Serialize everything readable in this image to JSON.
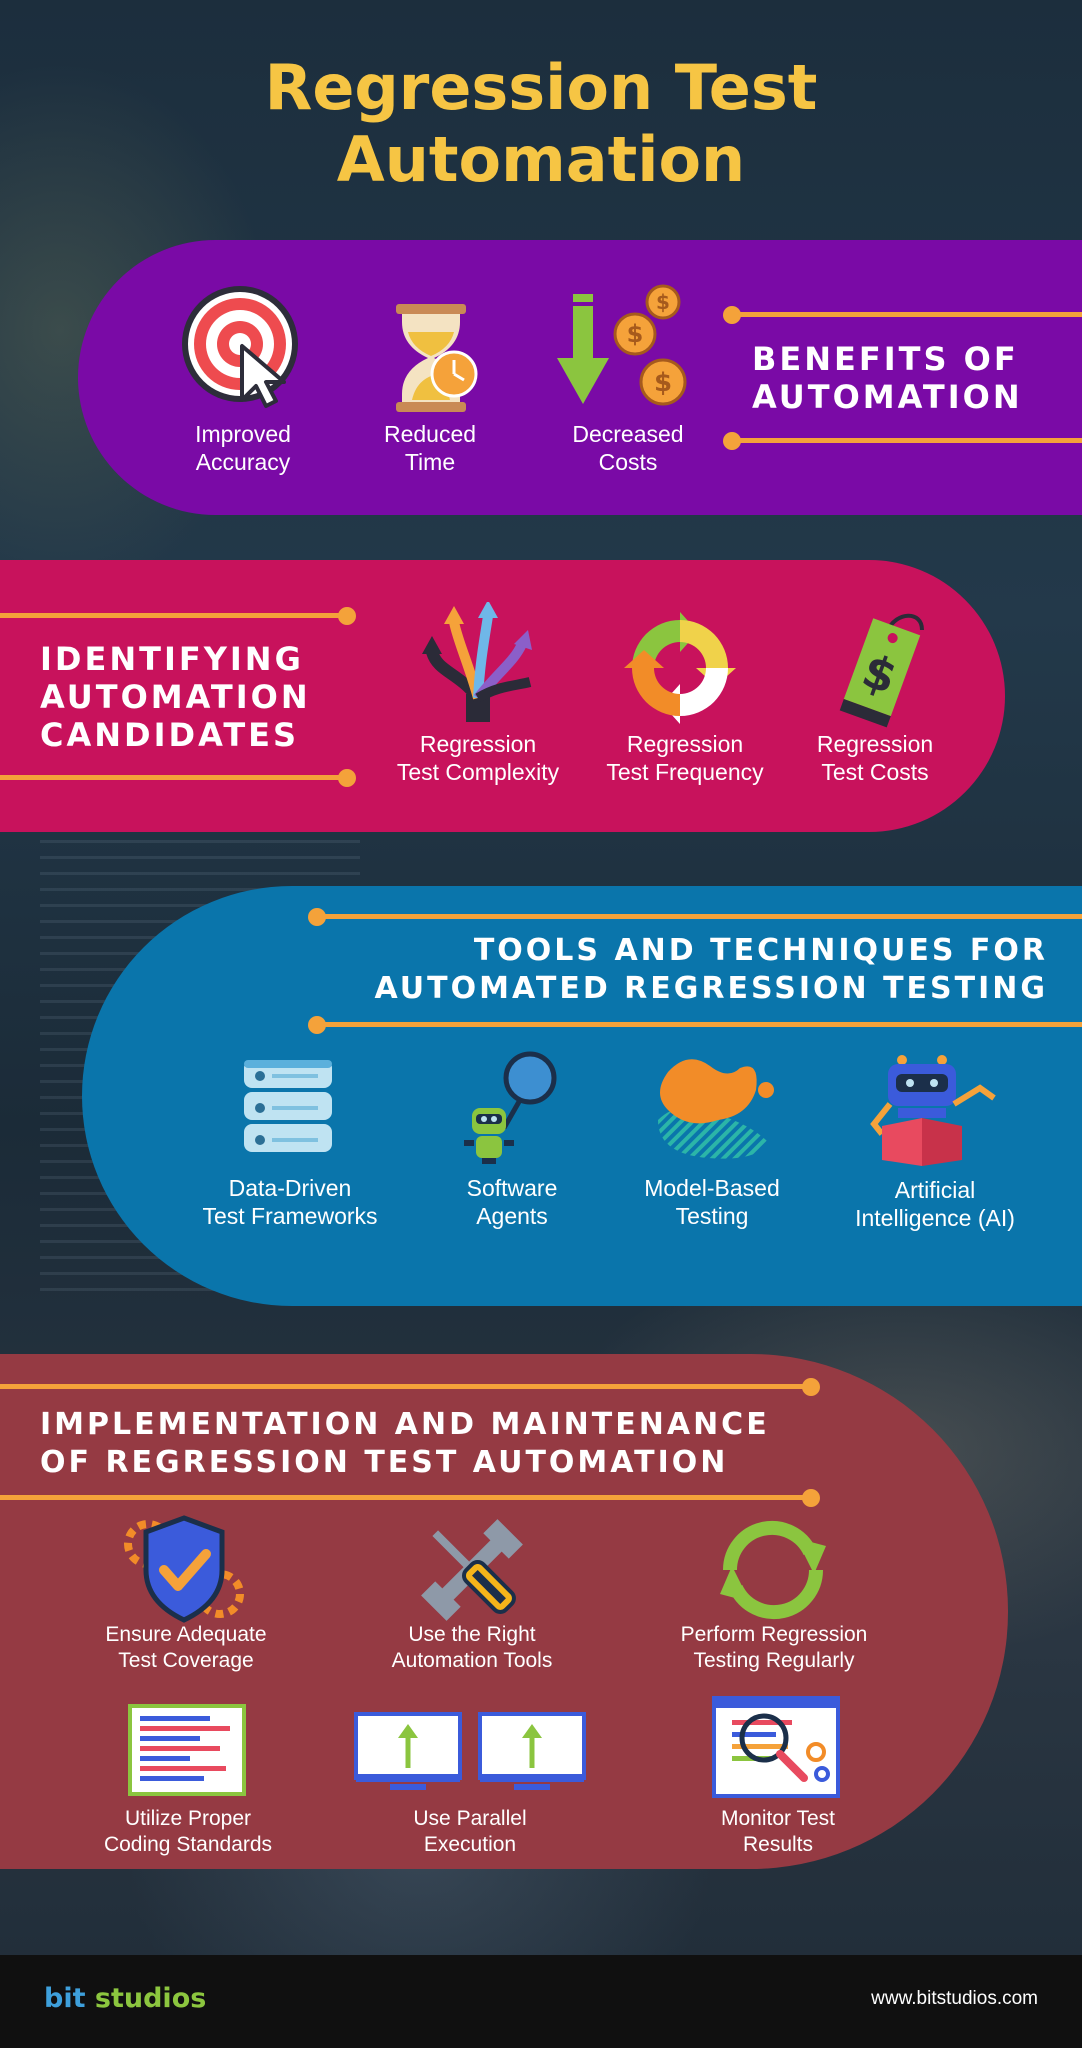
{
  "title": "Regression Test\nAutomation",
  "title_color": "#f6c544",
  "colors": {
    "purple": "#7a0aa6",
    "magenta": "#c8125c",
    "blue": "#0a75ab",
    "red": "#953a43",
    "accent_line": "#f4a23a"
  },
  "benefits": {
    "heading": "BENEFITS OF\nAUTOMATION",
    "items": [
      {
        "label": "Improved\nAccuracy",
        "icon": "target-icon"
      },
      {
        "label": "Reduced\nTime",
        "icon": "hourglass-icon"
      },
      {
        "label": "Decreased\nCosts",
        "icon": "coins-icon"
      }
    ]
  },
  "candidates": {
    "heading": "IDENTIFYING\nAUTOMATION\nCANDIDATES",
    "items": [
      {
        "label": "Regression\nTest Complexity",
        "icon": "branching-arrows-icon"
      },
      {
        "label": "Regression\nTest Frequency",
        "icon": "cycle-arrows-icon"
      },
      {
        "label": "Regression\nTest Costs",
        "icon": "price-tag-icon"
      }
    ]
  },
  "tools": {
    "heading": "TOOLS AND TECHNIQUES FOR\nAUTOMATED REGRESSION TESTING",
    "items": [
      {
        "label": "Data-Driven\nTest Frameworks",
        "icon": "database-icon"
      },
      {
        "label": "Software\nAgents",
        "icon": "robot-magnifier-icon"
      },
      {
        "label": "Model-Based\nTesting",
        "icon": "blob-shapes-icon"
      },
      {
        "label": "Artificial\nIntelligence (AI)",
        "icon": "robot-reading-icon"
      }
    ]
  },
  "implementation": {
    "heading": "IMPLEMENTATION AND MAINTENANCE\nOF REGRESSION TEST AUTOMATION",
    "items": [
      {
        "label": "Ensure Adequate\nTest Coverage",
        "icon": "shield-check-icon"
      },
      {
        "label": "Use the Right\nAutomation Tools",
        "icon": "wrench-screwdriver-icon"
      },
      {
        "label": "Perform Regression\nTesting Regularly",
        "icon": "refresh-icon"
      },
      {
        "label": "Utilize Proper\nCoding Standards",
        "icon": "code-document-icon"
      },
      {
        "label": "Use Parallel\nExecution",
        "icon": "dual-monitor-icon"
      },
      {
        "label": "Monitor Test\nResults",
        "icon": "monitor-search-icon"
      }
    ]
  },
  "footer": {
    "logo_bit": "bit",
    "logo_studios": "studios",
    "url": "www.bitstudios.com"
  }
}
